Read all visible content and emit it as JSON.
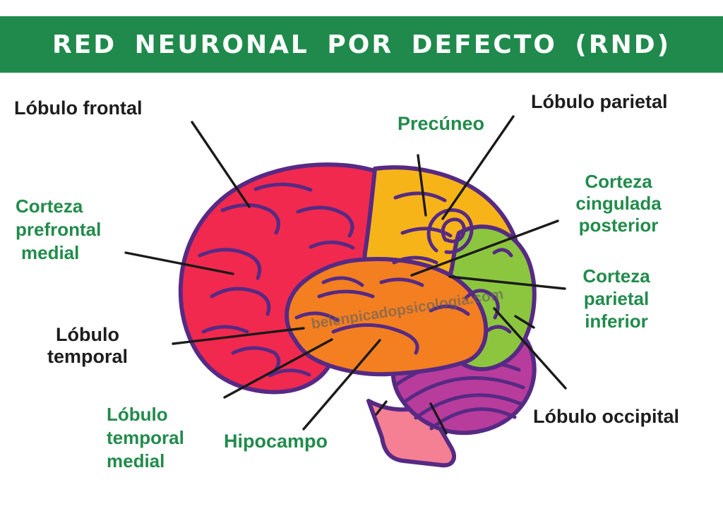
{
  "header": {
    "title": "RED NEURONAL POR DEFECTO (RND)",
    "bar_color": "#1f8a4b",
    "text_color": "#ffffff"
  },
  "watermark": "belenpicadopsicologia.com",
  "labels": {
    "lobulo_frontal": {
      "text": "Lóbulo frontal",
      "color": "black"
    },
    "precuneo": {
      "text": "Precúneo",
      "color": "green"
    },
    "lobulo_parietal": {
      "text": "Lóbulo parietal",
      "color": "black"
    },
    "corteza_prefrontal_medial": {
      "lines": [
        "Corteza",
        "prefrontal",
        "medial"
      ],
      "color": "green"
    },
    "corteza_cingulada_posterior": {
      "lines": [
        "Corteza",
        "cingulada",
        "posterior"
      ],
      "color": "green"
    },
    "corteza_parietal_inferior": {
      "lines": [
        "Corteza",
        "parietal",
        "inferior"
      ],
      "color": "green"
    },
    "lobulo_temporal": {
      "lines": [
        "Lóbulo",
        "temporal"
      ],
      "color": "black"
    },
    "lobulo_temporal_medial": {
      "lines": [
        "Lóbulo",
        "temporal",
        "medial"
      ],
      "color": "green"
    },
    "hipocampo": {
      "text": "Hipocampo",
      "color": "green"
    },
    "lobulo_occipital": {
      "text": "Lóbulo occipital",
      "color": "black"
    }
  },
  "palette": {
    "header_green": "#1f8a4b",
    "label_green": "#228b4c",
    "label_black": "#1d1d1d",
    "frontal_red": "#f1294e",
    "parietal_yellow": "#f7b418",
    "temporal_orange": "#f47f20",
    "inferior_parietal_green": "#8cc63e",
    "occipital_magenta": "#b83c9c",
    "brainstem_pink": "#f57f93",
    "outline_purple": "#562a84",
    "pointer_black": "#1a1a1a",
    "watermark_gray": "#5f5f5f"
  }
}
